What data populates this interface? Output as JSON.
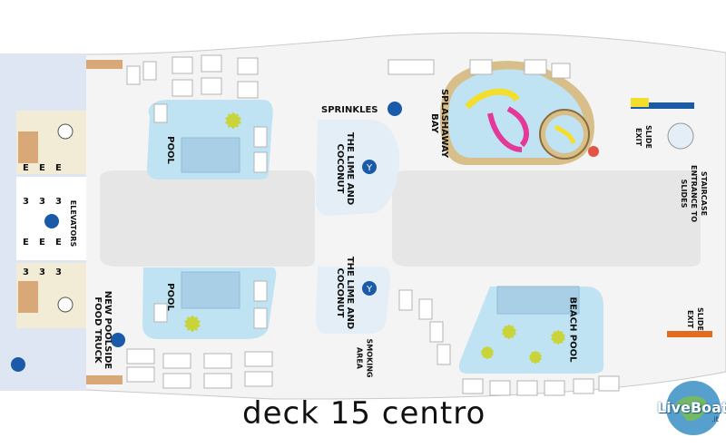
{
  "title": "deck 15 centro",
  "areas": {
    "pool_upper": "POOL",
    "pool_lower": "POOL",
    "sprinkles": "SPRINKLES",
    "lime_upper": "THE LIME AND\nCOCONUT",
    "lime_lower": "THE LIME AND\nCOCONUT",
    "splashaway": "SPLASHAWAY\nBAY",
    "beach_pool": "BEACH POOL",
    "elevators": "ELEVATORS",
    "food_truck": "NEW POOLSIDE\nFOOD TRUCK",
    "smoking": "SMOKING\nAREA",
    "slide_exit_top": "SLIDE\nEXIT",
    "slide_exit_bottom": "SLIDE\nEXIT",
    "staircase": "STAIRCASE\nENTRANCE TO\nSLIDES"
  },
  "elevator_mark": "E",
  "stair_mark": "3",
  "logo": {
    "main": "LiveBoat",
    "sub": ".it"
  },
  "colors": {
    "pool_blue": "#bfe3f3",
    "pool_water": "#a9cfe6",
    "deck_grey": "#e6e6e6",
    "service_beige": "#f2ecd7",
    "wood": "#d9a878",
    "icon_blue": "#1a5aa8",
    "slide_pink": "#e5399a",
    "slide_yellow": "#f3de2c"
  }
}
